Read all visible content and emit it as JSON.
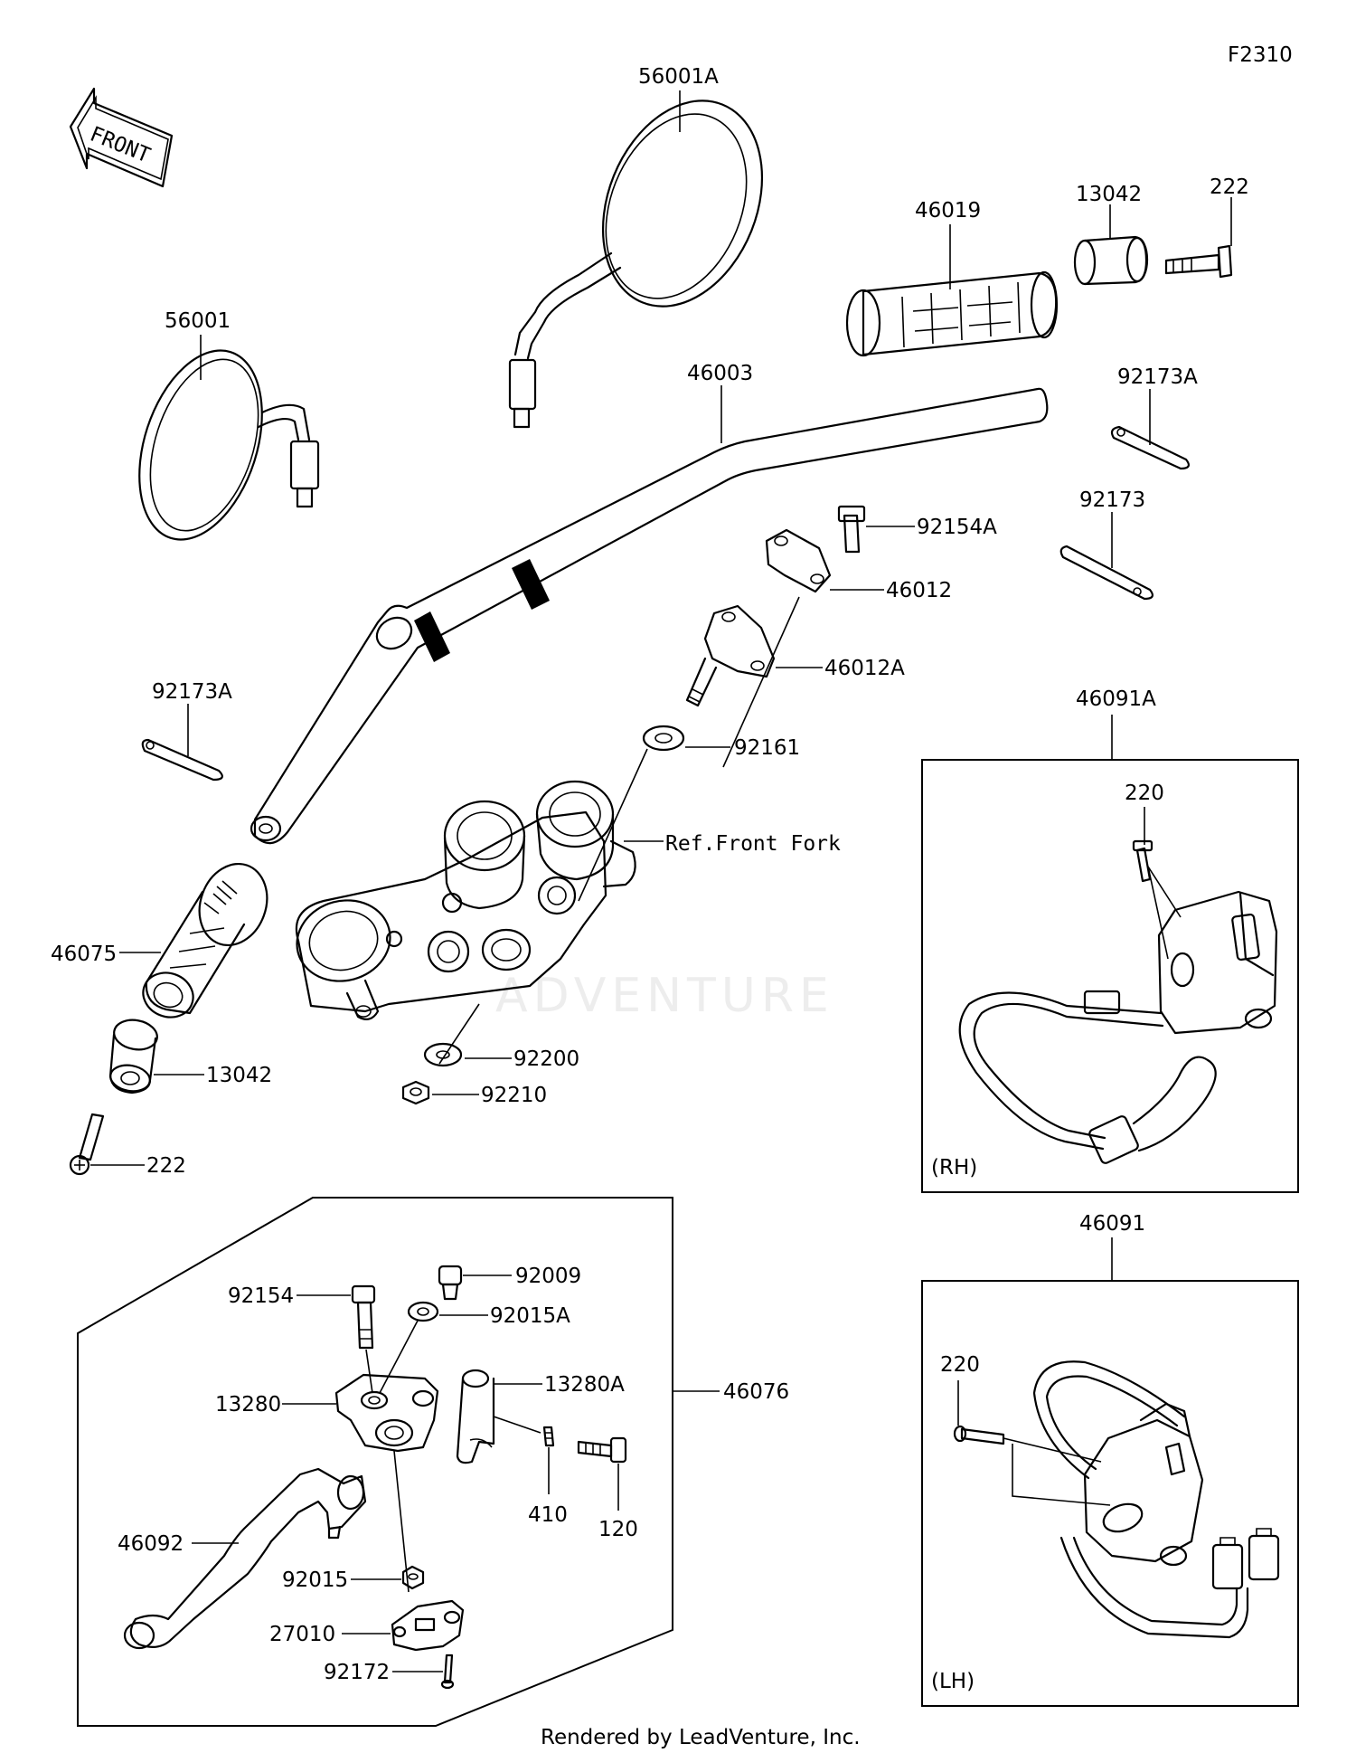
{
  "diagram_code": "F2310",
  "front_arrow_text": "FRONT",
  "reference_text": "Ref.Front Fork",
  "watermark_text": "ADVENTURE",
  "footer": "Rendered by LeadVenture, Inc.",
  "side_labels": {
    "rh": "(RH)",
    "lh": "(LH)"
  },
  "parts": {
    "mirror_right": "56001A",
    "mirror_left": "56001",
    "grip_right": "46019",
    "weight_right": "13042",
    "screw_right": "222",
    "handlebar": "46003",
    "band_right": "92173A",
    "band_lower": "92173",
    "bolt_holder": "92154A",
    "holder_upper": "46012",
    "holder_lower": "46012A",
    "washer_holder": "92161",
    "band_left": "92173A",
    "grip_left": "46075",
    "weight_left": "13042",
    "screw_left": "222",
    "washer_lower": "92200",
    "nut_lower": "92210",
    "switch_rh": "46091A",
    "screw_rh": "220",
    "switch_lh": "46091",
    "screw_lh": "220",
    "lever_assy": "46076",
    "bolt_clamp": "92154",
    "bolt_pivot": "92009",
    "washer_pivot": "92015A",
    "clamp": "13280",
    "clamp_cap": "13280A",
    "pin": "410",
    "bolt_cap": "120",
    "lever": "46092",
    "nut_pivot": "92015",
    "switch_clutch": "27010",
    "screw_switch": "92172"
  }
}
